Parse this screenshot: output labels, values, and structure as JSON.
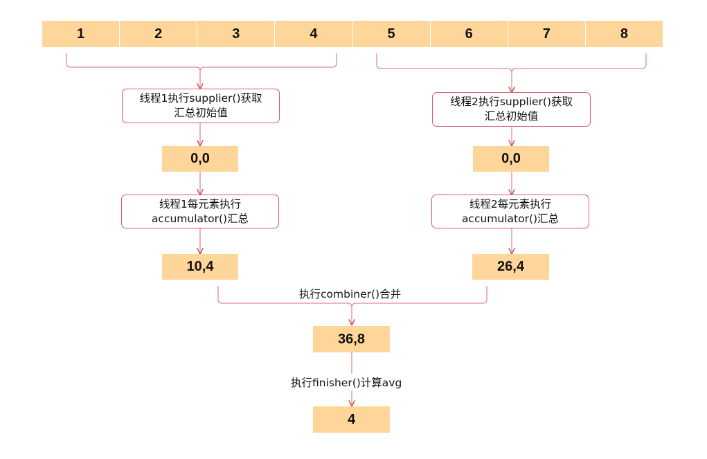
{
  "array_cells": [
    "1",
    "2",
    "3",
    "4",
    "5",
    "6",
    "7",
    "8"
  ],
  "thread1": {
    "supplier_lines": [
      "线程1执行supplier()获取",
      "汇总初始值"
    ],
    "initial_value": "0,0",
    "accumulator_lines": [
      "线程1每元素执行",
      "accumulator()汇总"
    ],
    "partial_result": "10,4"
  },
  "thread2": {
    "supplier_lines": [
      "线程2执行supplier()获取",
      "汇总初始值"
    ],
    "initial_value": "0,0",
    "accumulator_lines": [
      "线程2每元素执行",
      "accumulator()汇总"
    ],
    "partial_result": "26,4"
  },
  "combiner_label": "执行combiner()合并",
  "combined_result": "36,8",
  "finisher_label": "执行finisher()计算avg",
  "final_result": "4",
  "colors": {
    "cell_fill": "#ffd699",
    "box_border": "#d9566b",
    "connector": "#e38a8a",
    "arrow": "#c0504d"
  }
}
